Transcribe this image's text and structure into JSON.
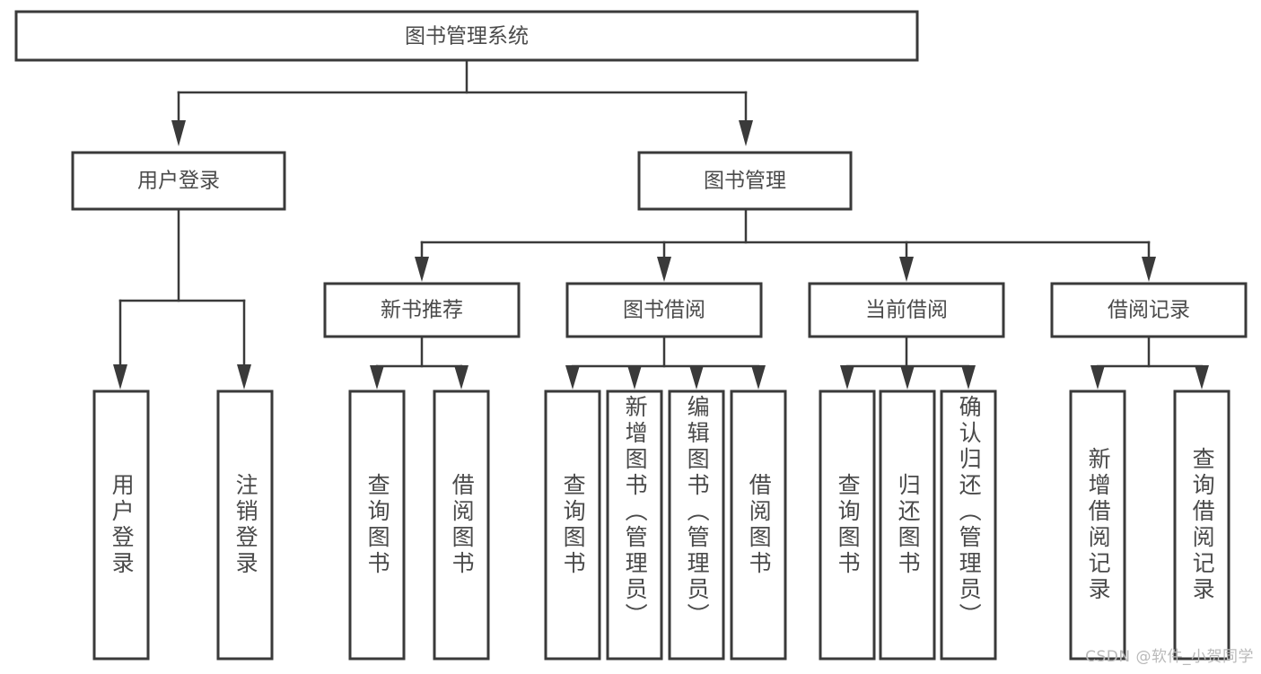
{
  "diagram": {
    "type": "tree",
    "title": "图书管理系统",
    "orientation": "top-down",
    "levels": 4,
    "colors": {
      "box_stroke": "#3a3a3a",
      "box_fill": "#ffffff",
      "text": "#4a4a4a",
      "connector": "#3a3a3a",
      "watermark": "#b9b9b9"
    },
    "nodes": {
      "root": {
        "label": "图书管理系统"
      },
      "level2": [
        {
          "label": "用户登录"
        },
        {
          "label": "图书管理"
        }
      ],
      "level3": [
        {
          "label": "新书推荐"
        },
        {
          "label": "图书借阅"
        },
        {
          "label": "当前借阅"
        },
        {
          "label": "借阅记录"
        }
      ],
      "leaves": {
        "user_login": [
          {
            "label": "用户登录"
          },
          {
            "label": "注销登录"
          }
        ],
        "new_book_recommend": [
          {
            "label": "查询图书"
          },
          {
            "label": "借阅图书"
          }
        ],
        "book_borrow": [
          {
            "label": "查询图书"
          },
          {
            "label": "新增图书（管理员）"
          },
          {
            "label": "编辑图书（管理员）"
          },
          {
            "label": "借阅图书"
          }
        ],
        "current_borrow": [
          {
            "label": "查询图书"
          },
          {
            "label": "归还图书"
          },
          {
            "label": "确认归还（管理员）"
          }
        ],
        "borrow_record": [
          {
            "label": "新增借阅记录"
          },
          {
            "label": "查询借阅记录"
          }
        ]
      }
    }
  },
  "watermark": {
    "text": "CSDN @软件_小贺同学"
  }
}
